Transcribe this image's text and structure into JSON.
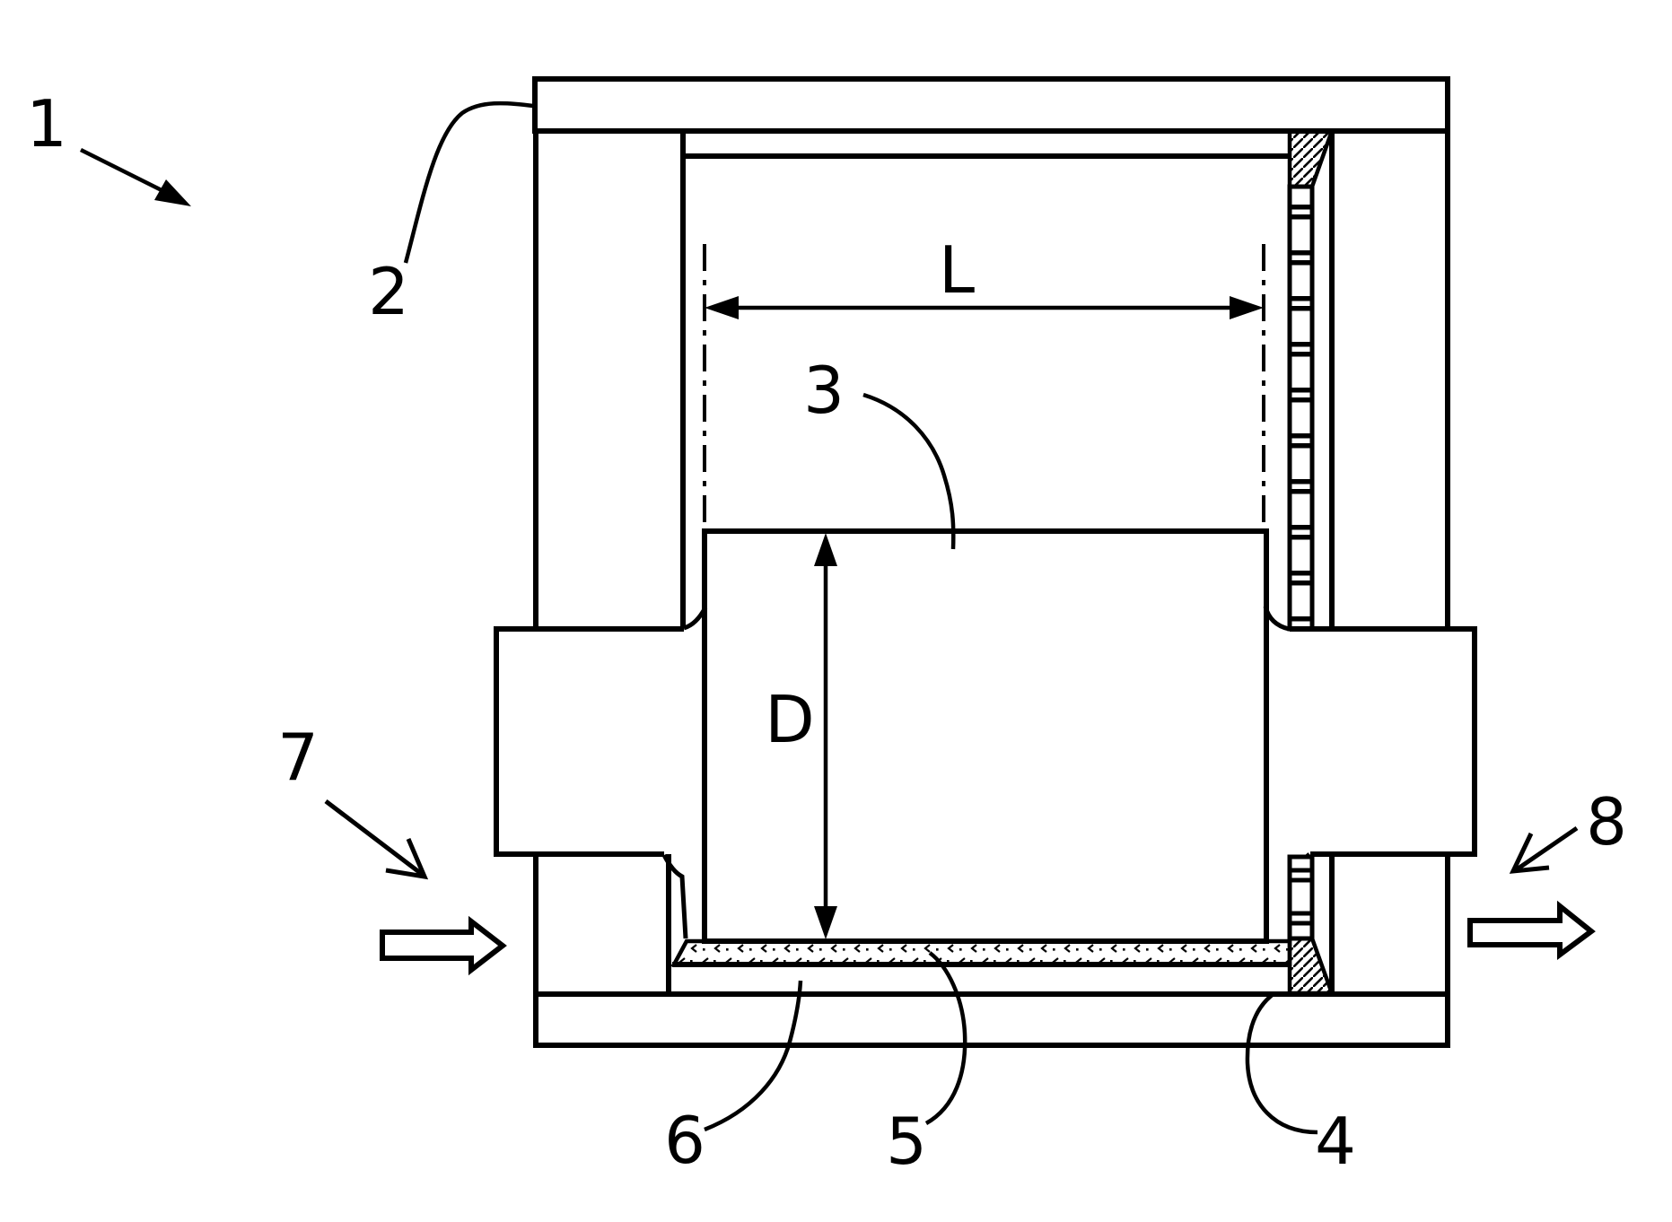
{
  "figure": {
    "background_color": "#ffffff",
    "stroke_color": "#000000",
    "description": "patent-style cross-section of cylindrical device in housing",
    "labels": {
      "ref1": "1",
      "ref2": "2",
      "ref3": "3",
      "ref4": "4",
      "ref5": "5",
      "ref6": "6",
      "ref7": "7",
      "ref8": "8",
      "dim_length": "L",
      "dim_diameter": "D"
    }
  }
}
